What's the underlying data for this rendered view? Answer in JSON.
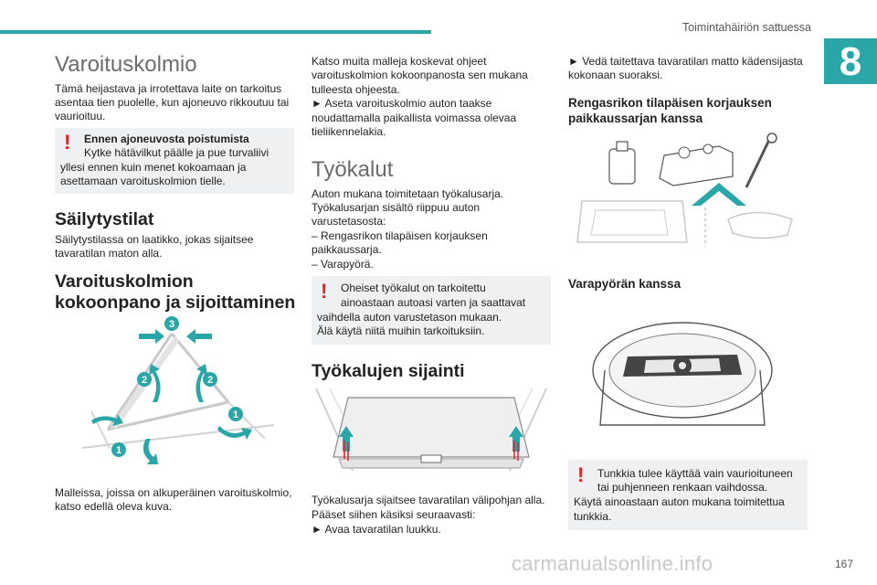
{
  "header": {
    "title": "Toimintahäiriön sattuessa",
    "chapter": "8"
  },
  "page_number": "167",
  "watermark": "carmanualsonline.info",
  "col1": {
    "h_triangle": "Varoituskolmio",
    "p_triangle_1": "Tämä heijastava ja irrotettava laite on tarkoitus",
    "p_triangle_2": "asentaa tien puolelle, kun ajoneuvo rikkoutuu tai",
    "p_triangle_3": "vaurioituu.",
    "warn1": {
      "title": "Ennen ajoneuvosta poistumista",
      "l1": "Kytke hätävilkut päälle ja pue turvaliivi",
      "l2": "yllesi ennen kuin menet kokoamaan ja",
      "l3": "asettamaan varoituskolmion tielle."
    },
    "h_storage": "Säilytystilat",
    "p_storage_1": "Säilytystilassa on laatikko, jokas sijaitsee",
    "p_storage_2": "tavaratilan maton alla.",
    "h_assembly_1": "Varoituskolmion",
    "h_assembly_2": "kokoonpano ja sijoittaminen",
    "fig_badges": [
      "3",
      "2",
      "2",
      "1",
      "1"
    ],
    "p_models_1": "Malleissa, joissa on alkuperäinen varoituskolmio,",
    "p_models_2": "katso edellä oleva kuva."
  },
  "col2": {
    "p1": "Katso muita malleja koskevat ohjeet",
    "p2": "varoituskolmion kokoonpanosta sen mukana",
    "p3": "tulleesta ohjeesta.",
    "p4": "► Aseta varoituskolmio auton taakse",
    "p5": "noudattamalla paikallista voimassa olevaa",
    "p6": "tieliikennelakia.",
    "h_tools": "Työkalut",
    "t1": "Auton mukana toimitetaan työkalusarja.",
    "t2": "Työkalusarjan sisältö riippuu auton",
    "t3": "varustetasosta:",
    "t4": "– Rengasrikon tilapäisen korjauksen",
    "t5": "paikkaussarja.",
    "t6": "– Varapyörä.",
    "warn2": {
      "l1": "Oheiset työkalut on tarkoitettu",
      "l2": "ainoastaan autoasi varten ja saattavat",
      "l3": "vaihdella auton varustetason mukaan.",
      "l4": "Älä käytä niitä muihin tarkoituksiin."
    },
    "h_location": "Työkalujen sijainti",
    "l1": "Työkalusarja sijaitsee tavaratilan välipohjan alla.",
    "l2": "Pääset siihen käsiksi seuraavasti:",
    "l3": "► Avaa tavaratilan luukku."
  },
  "col3": {
    "p1": "► Vedä taitettava tavaratilan matto kädensijasta",
    "p2": "kokonaan suoraksi.",
    "h_repair_1": "Rengasrikon tilapäisen korjauksen",
    "h_repair_2": "paikkaussarjan kanssa",
    "h_spare": "Varapyörän kanssa",
    "warn3": {
      "l1": "Tunkkia tulee käyttää vain vaurioituneen",
      "l2": "tai puhjenneen renkaan vaihdossa.",
      "l3": "Käytä ainoastaan auton mukana toimitettua",
      "l4": "tunkkia."
    }
  },
  "colors": {
    "accent": "#2aa6a8",
    "warning": "#e02128",
    "note_bg": "#eef0f1"
  }
}
